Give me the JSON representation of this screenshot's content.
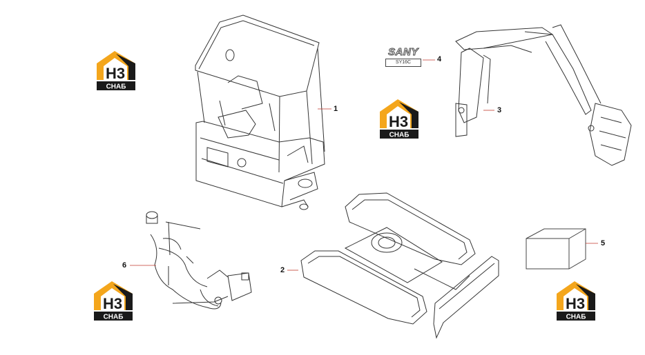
{
  "diagram": {
    "callouts": [
      {
        "id": "callout-1",
        "label": "1"
      },
      {
        "id": "callout-2",
        "label": "2"
      },
      {
        "id": "callout-3",
        "label": "3"
      },
      {
        "id": "callout-4",
        "label": "4"
      },
      {
        "id": "callout-5",
        "label": "5"
      },
      {
        "id": "callout-6",
        "label": "6"
      }
    ],
    "badge": {
      "brand": "SANY",
      "model": "SY16C"
    }
  },
  "watermark": {
    "top_text": "H3",
    "bottom_text": "CHAБ"
  },
  "colors": {
    "logo_orange": "#f4a61c",
    "logo_black": "#1a1a1a",
    "leader_red": "#c0392b",
    "line": "#333333"
  }
}
